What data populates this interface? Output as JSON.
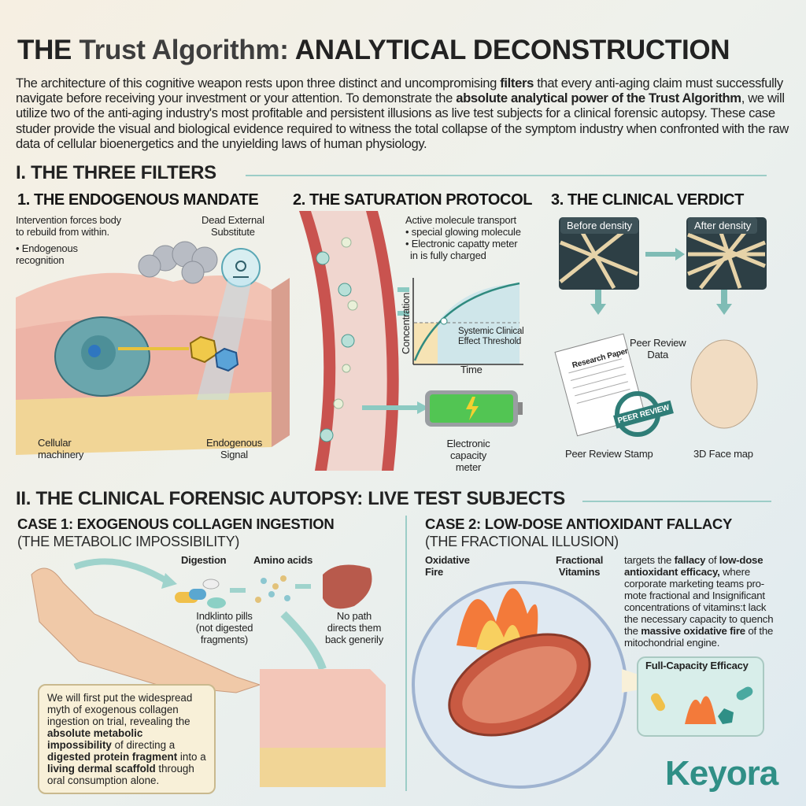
{
  "title": {
    "part1": "THE ",
    "part2": "Trust Algorithm:",
    "part3": " ANALYTICAL DECONSTRUCTION"
  },
  "intro": {
    "segments": [
      {
        "text": "The architecture of this cognitive weapon rests upon three distinct and uncompromising ",
        "bold": false
      },
      {
        "text": "filters",
        "bold": true
      },
      {
        "text": " that every anti-aging claim must successfully navigate before receiving your investment or your attention. To demonstrate the ",
        "bold": false
      },
      {
        "text": "absolute analytical power of the Trust Algorithm",
        "bold": true
      },
      {
        "text": ", we will utilize two of the anti-aging industry's most profitable and persistent illusions as live test subjects for a clinical forensic autopsy. These case studer provide the visual and biological evidence required to witness the total collapse of the symptom industry when confronted with the raw data of cellular bioenergetics and the unyielding laws of human physiology.",
        "bold": false
      }
    ]
  },
  "section1": {
    "title": "I. THE THREE FILTERS"
  },
  "filters": [
    {
      "title": "1. THE ENDOGENOUS MANDATE",
      "labels": {
        "intro1": "Intervention forces body",
        "intro2": "to rebuild from within.",
        "recognition1": "• Endogenous",
        "recognition2": "recognition",
        "substitute1": "Dead External",
        "substitute2": "Substitute",
        "machinery1": "Cellular",
        "machinery2": "machinery",
        "signal1": "Endogenous",
        "signal2": "Signal"
      }
    },
    {
      "title": "2. THE SATURATION PROTOCOL",
      "labels": {
        "l1": "Active molecule transport",
        "l2": "• special glowing molecule",
        "l3": "• Electronic capatty meter",
        "l4": "in is fully charged",
        "yaxis": "Concentration",
        "xaxis": "Time",
        "threshold1": "Systemic Clinical",
        "threshold2": "Effect Threshold",
        "meter1": "Electronic",
        "meter2": "capacity meter"
      }
    },
    {
      "title": "3. THE CLINICAL VERDICT",
      "labels": {
        "before": "Before density",
        "after": "After density",
        "paper": "Research Paper",
        "peerdata1": "Peer Review",
        "peerdata2": "Data",
        "stamp": "PEER REVIEW",
        "stampLabel": "Peer Review Stamp",
        "face": "3D Face map"
      }
    }
  ],
  "section2": {
    "title": "II. THE CLINICAL FORENSIC AUTOPSY: LIVE TEST SUBJECTS"
  },
  "case1": {
    "title": "CASE 1: EXOGENOUS COLLAGEN INGESTION",
    "subtitle": "(THE METABOLIC IMPOSSIBILITY)",
    "labels": {
      "digestion": "Digestion",
      "amino": "Amino acids",
      "pills1": "Indklinto pills",
      "pills2": "(not digested",
      "pills3": "fragments)",
      "nopath1": "No path",
      "nopath2": "directs them",
      "nopath3": "back generily"
    },
    "box": [
      {
        "text": "We will first put the widespread myth of exogenous collagen ingestion on trial, revealing the ",
        "bold": false
      },
      {
        "text": "absolute metabolic impossibility",
        "bold": true
      },
      {
        "text": " of directing a ",
        "bold": false
      },
      {
        "text": "digested protein fragment",
        "bold": true
      },
      {
        "text": " into a ",
        "bold": false
      },
      {
        "text": "living dermal scaffold",
        "bold": true
      },
      {
        "text": " through oral consumption alone.",
        "bold": false
      }
    ]
  },
  "case2": {
    "title": "CASE 2: LOW-DOSE ANTIOXIDANT FALLACY",
    "subtitle": "(THE FRACTIONAL ILLUSION)",
    "labels": {
      "fire1": "Oxidative",
      "fire2": "Fire",
      "vit1": "Fractional",
      "vit2": "Vitamins",
      "efficacy": "Full-Capacity Efficacy"
    },
    "text": [
      {
        "text": "targets the ",
        "bold": false
      },
      {
        "text": "fallacy",
        "bold": true
      },
      {
        "text": " of ",
        "bold": false
      },
      {
        "text": "low-dose antioxidant efficacy,",
        "bold": true
      },
      {
        "text": " where corporate marketing teams pro-mote fractional and Insignificant concentrations of vitamins:t lack the necessary capacity to quench the ",
        "bold": false
      },
      {
        "text": "massive oxidative fire",
        "bold": true
      },
      {
        "text": " of the mitochondrial engine.",
        "bold": false
      }
    ]
  },
  "logo": {
    "text": "Keyora"
  },
  "colors": {
    "teal": "#2f8f86",
    "accent": "#9ccdc7",
    "skin": "#f0c9a8"
  }
}
